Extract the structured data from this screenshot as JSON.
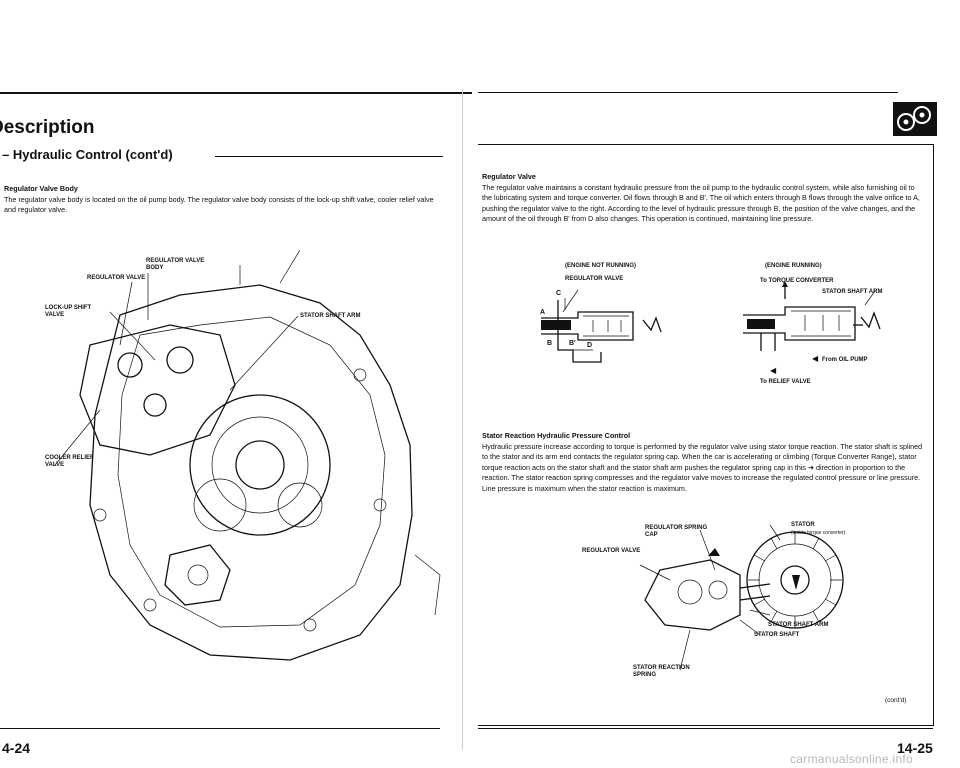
{
  "left_page": {
    "section_title": "Description",
    "subtitle": "– Hydraulic Control (cont'd)",
    "heading": "Regulator Valve Body",
    "paragraph": "The regulator valve body is located on the oil pump body. The regulator valve body consists of the lock-up shift valve, cooler relief valve and regulator valve.",
    "labels": {
      "regulator_valve_body": "REGULATOR VALVE\nBODY",
      "regulator_valve": "REGULATOR VALVE",
      "lockup_shift_valve": "LOCK-UP SHIFT\nVALVE",
      "stator_shaft_arm": "STATOR SHAFT ARM",
      "cooler_relief_valve": "COOLER RELIEF\nVALVE"
    },
    "page_number": "4-24"
  },
  "right_page": {
    "regulator_heading": "Regulator Valve",
    "regulator_text": "The regulator valve maintains a constant hydraulic pressure from the oil pump to the hydraulic control system, while also furnishing oil to the lubricating system and torque converter. Oil flows through B and B'. The oil which enters through B flows through the valve orifice to A, pushing the regulator valve to the right. According to the level of hydraulic pressure through B, the position of the valve changes, and the amount of the oil through B' from D also changes. This operation is continued, maintaining line pressure.",
    "diagram_labels": {
      "engine_not_running": "(ENGINE NOT RUNNING)",
      "engine_running": "(ENGINE RUNNING)",
      "regulator_valve": "REGULATOR VALVE",
      "to_torque_converter": "To TORQUE CONVERTER",
      "stator_shaft_arm": "STATOR SHAFT ARM",
      "from_oil_pump": "From OIL PUMP",
      "to_relief_valve": "To RELIEF VALVE",
      "letter_a": "A",
      "letter_b": "B",
      "letter_b2": "B'",
      "letter_c": "C",
      "letter_d": "D"
    },
    "stator_heading": "Stator Reaction Hydraulic Pressure Control",
    "stator_text": "Hydraulic pressure increase according to torque is performed by the regulator valve using stator torque reaction. The stator shaft is splined to the stator and its arm end contacts the regulator spring cap. When the car is accelerating or climbing (Torque Converter Range), stator torque reaction acts on the stator shaft and the stator shaft arm pushes the regulator spring cap in this ➜ direction in proportion to the reaction. The stator reaction spring compresses and the regulator valve moves to increase the regulated control pressure or line pressure. Line pressure is maximum when the stator reaction is maximum.",
    "lower_labels": {
      "regulator_spring_cap": "REGULATOR SPRING\nCAP",
      "regulator_valve": "REGULATOR VALVE",
      "stator": "STATOR",
      "stator_sub": "(inside torque converter)",
      "stator_shaft_arm": "STATOR SHAFT ARM",
      "stator_shaft": "STATOR SHAFT",
      "stator_reaction_spring": "STATOR REACTION\nSPRING"
    },
    "contd": "(cont'd)",
    "page_number": "14-25"
  },
  "watermark": "carmanualsonline.info"
}
